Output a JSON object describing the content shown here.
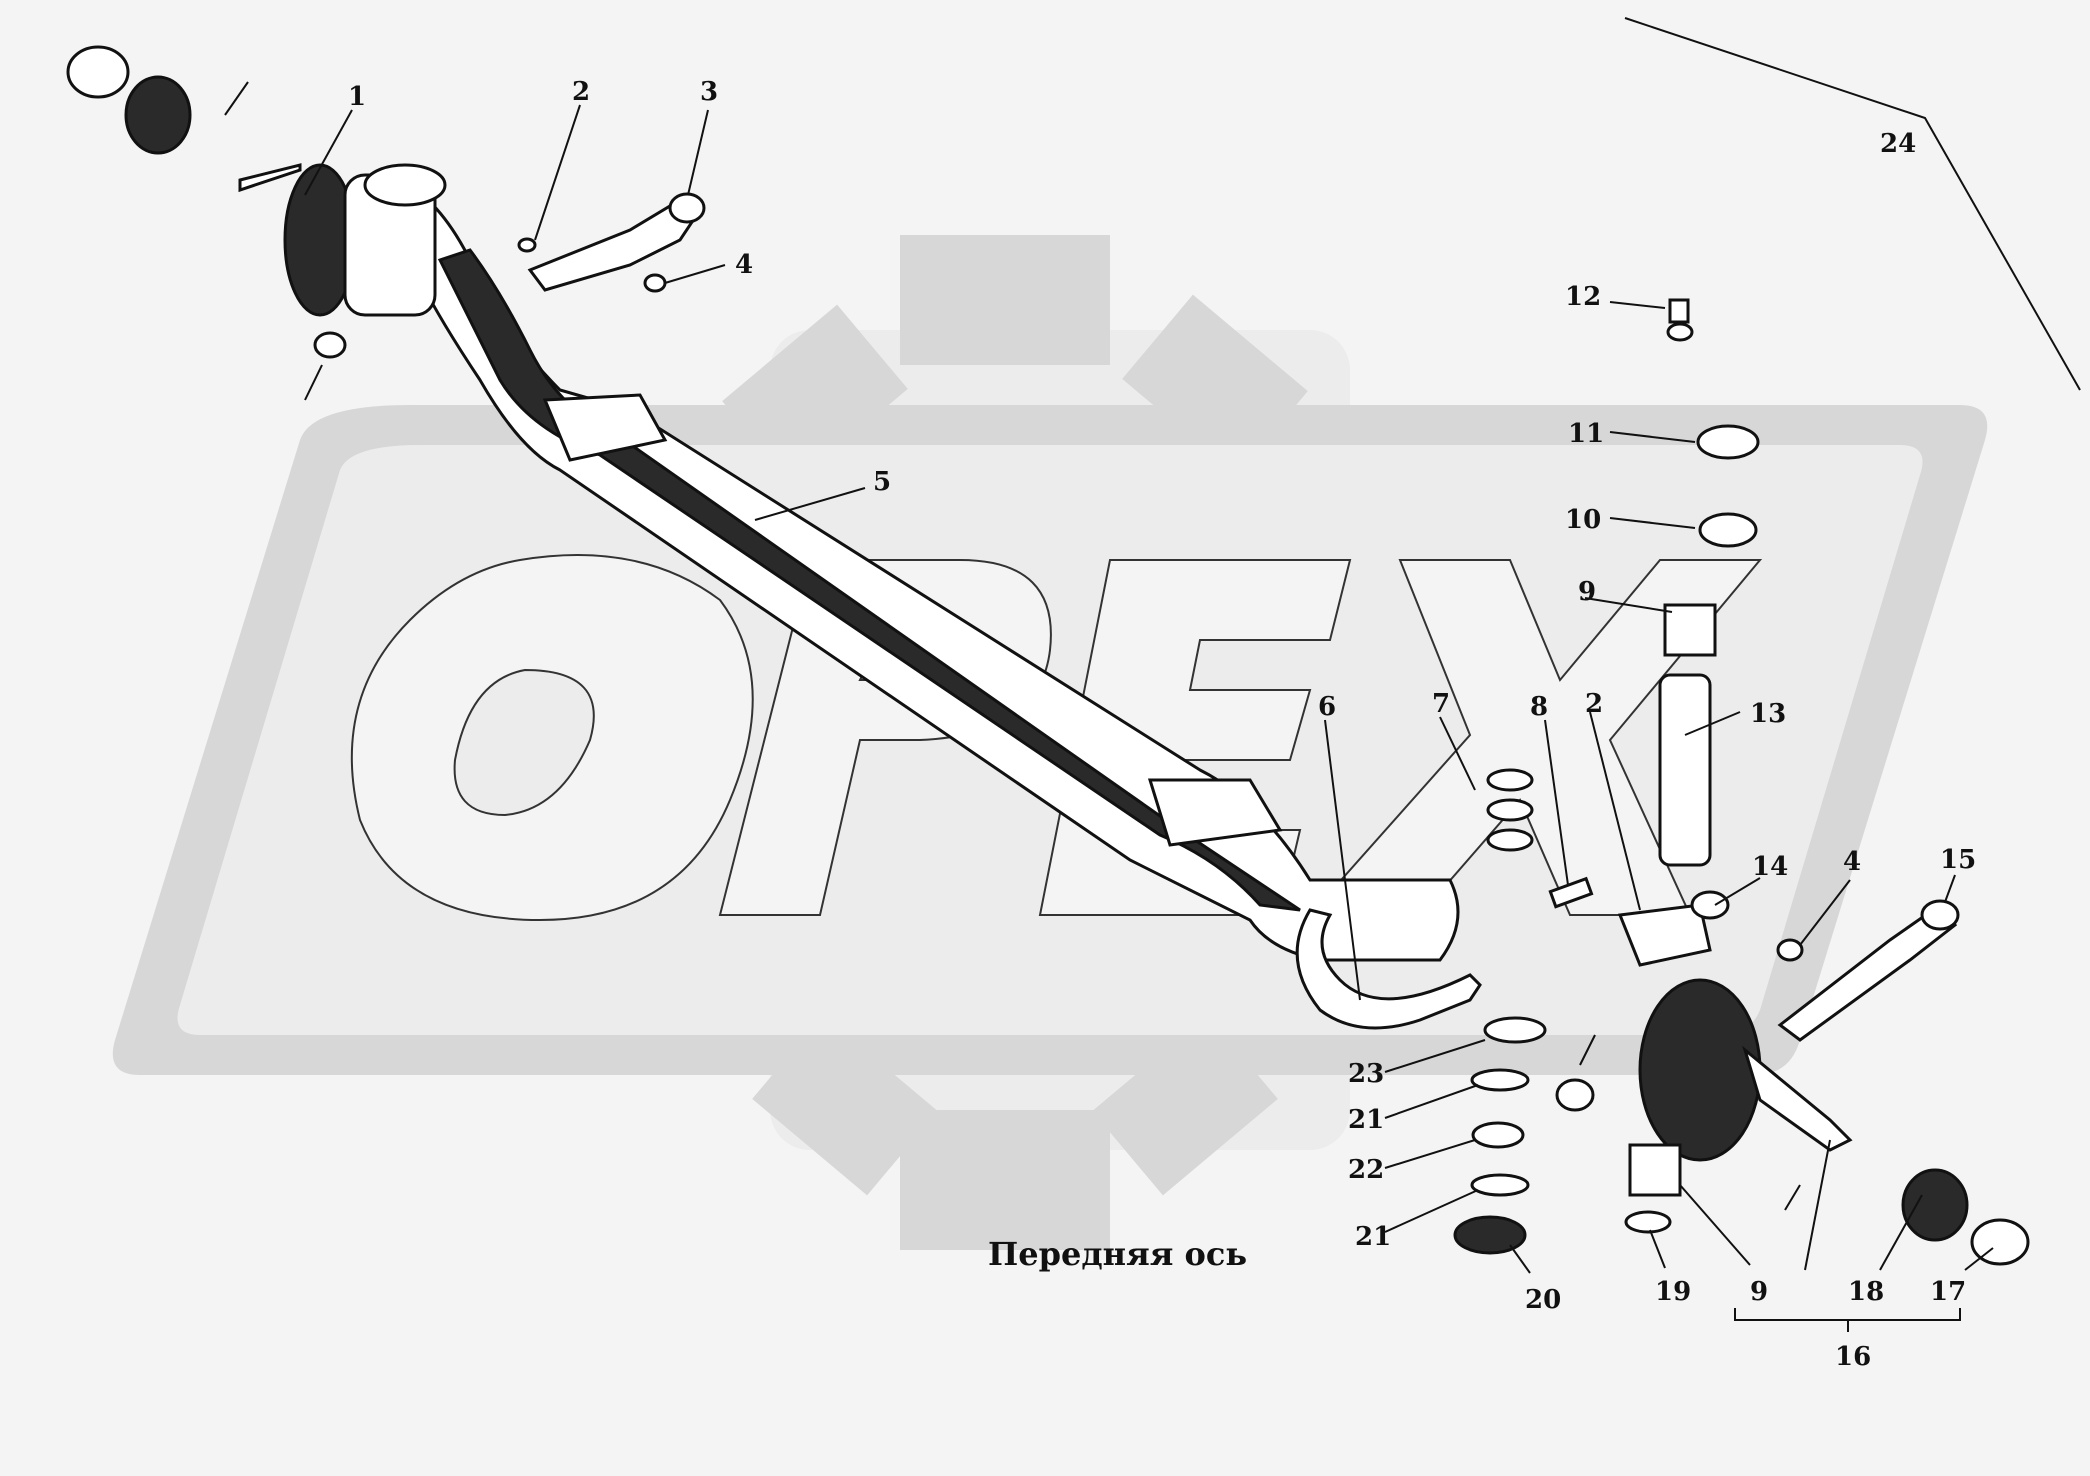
{
  "caption": "Передняя ось",
  "watermark": {
    "text": "OPEX",
    "color": "#d7d7d7"
  },
  "callouts": [
    {
      "id": "c1",
      "text": "1"
    },
    {
      "id": "c2a",
      "text": "2"
    },
    {
      "id": "c3",
      "text": "3"
    },
    {
      "id": "c4a",
      "text": "4"
    },
    {
      "id": "c5",
      "text": "5"
    },
    {
      "id": "c24",
      "text": "24"
    },
    {
      "id": "c12",
      "text": "12"
    },
    {
      "id": "c11",
      "text": "11"
    },
    {
      "id": "c10",
      "text": "10"
    },
    {
      "id": "c9a",
      "text": "9"
    },
    {
      "id": "c13",
      "text": "13"
    },
    {
      "id": "c6",
      "text": "6"
    },
    {
      "id": "c7",
      "text": "7"
    },
    {
      "id": "c8",
      "text": "8"
    },
    {
      "id": "c2b",
      "text": "2"
    },
    {
      "id": "c14",
      "text": "14"
    },
    {
      "id": "c4b",
      "text": "4"
    },
    {
      "id": "c15",
      "text": "15"
    },
    {
      "id": "c23",
      "text": "23"
    },
    {
      "id": "c21a",
      "text": "21"
    },
    {
      "id": "c22",
      "text": "22"
    },
    {
      "id": "c21b",
      "text": "21"
    },
    {
      "id": "c20",
      "text": "20"
    },
    {
      "id": "c19",
      "text": "19"
    },
    {
      "id": "c9b",
      "text": "9"
    },
    {
      "id": "c18",
      "text": "18"
    },
    {
      "id": "c17",
      "text": "17"
    },
    {
      "id": "c16",
      "text": "16"
    }
  ]
}
